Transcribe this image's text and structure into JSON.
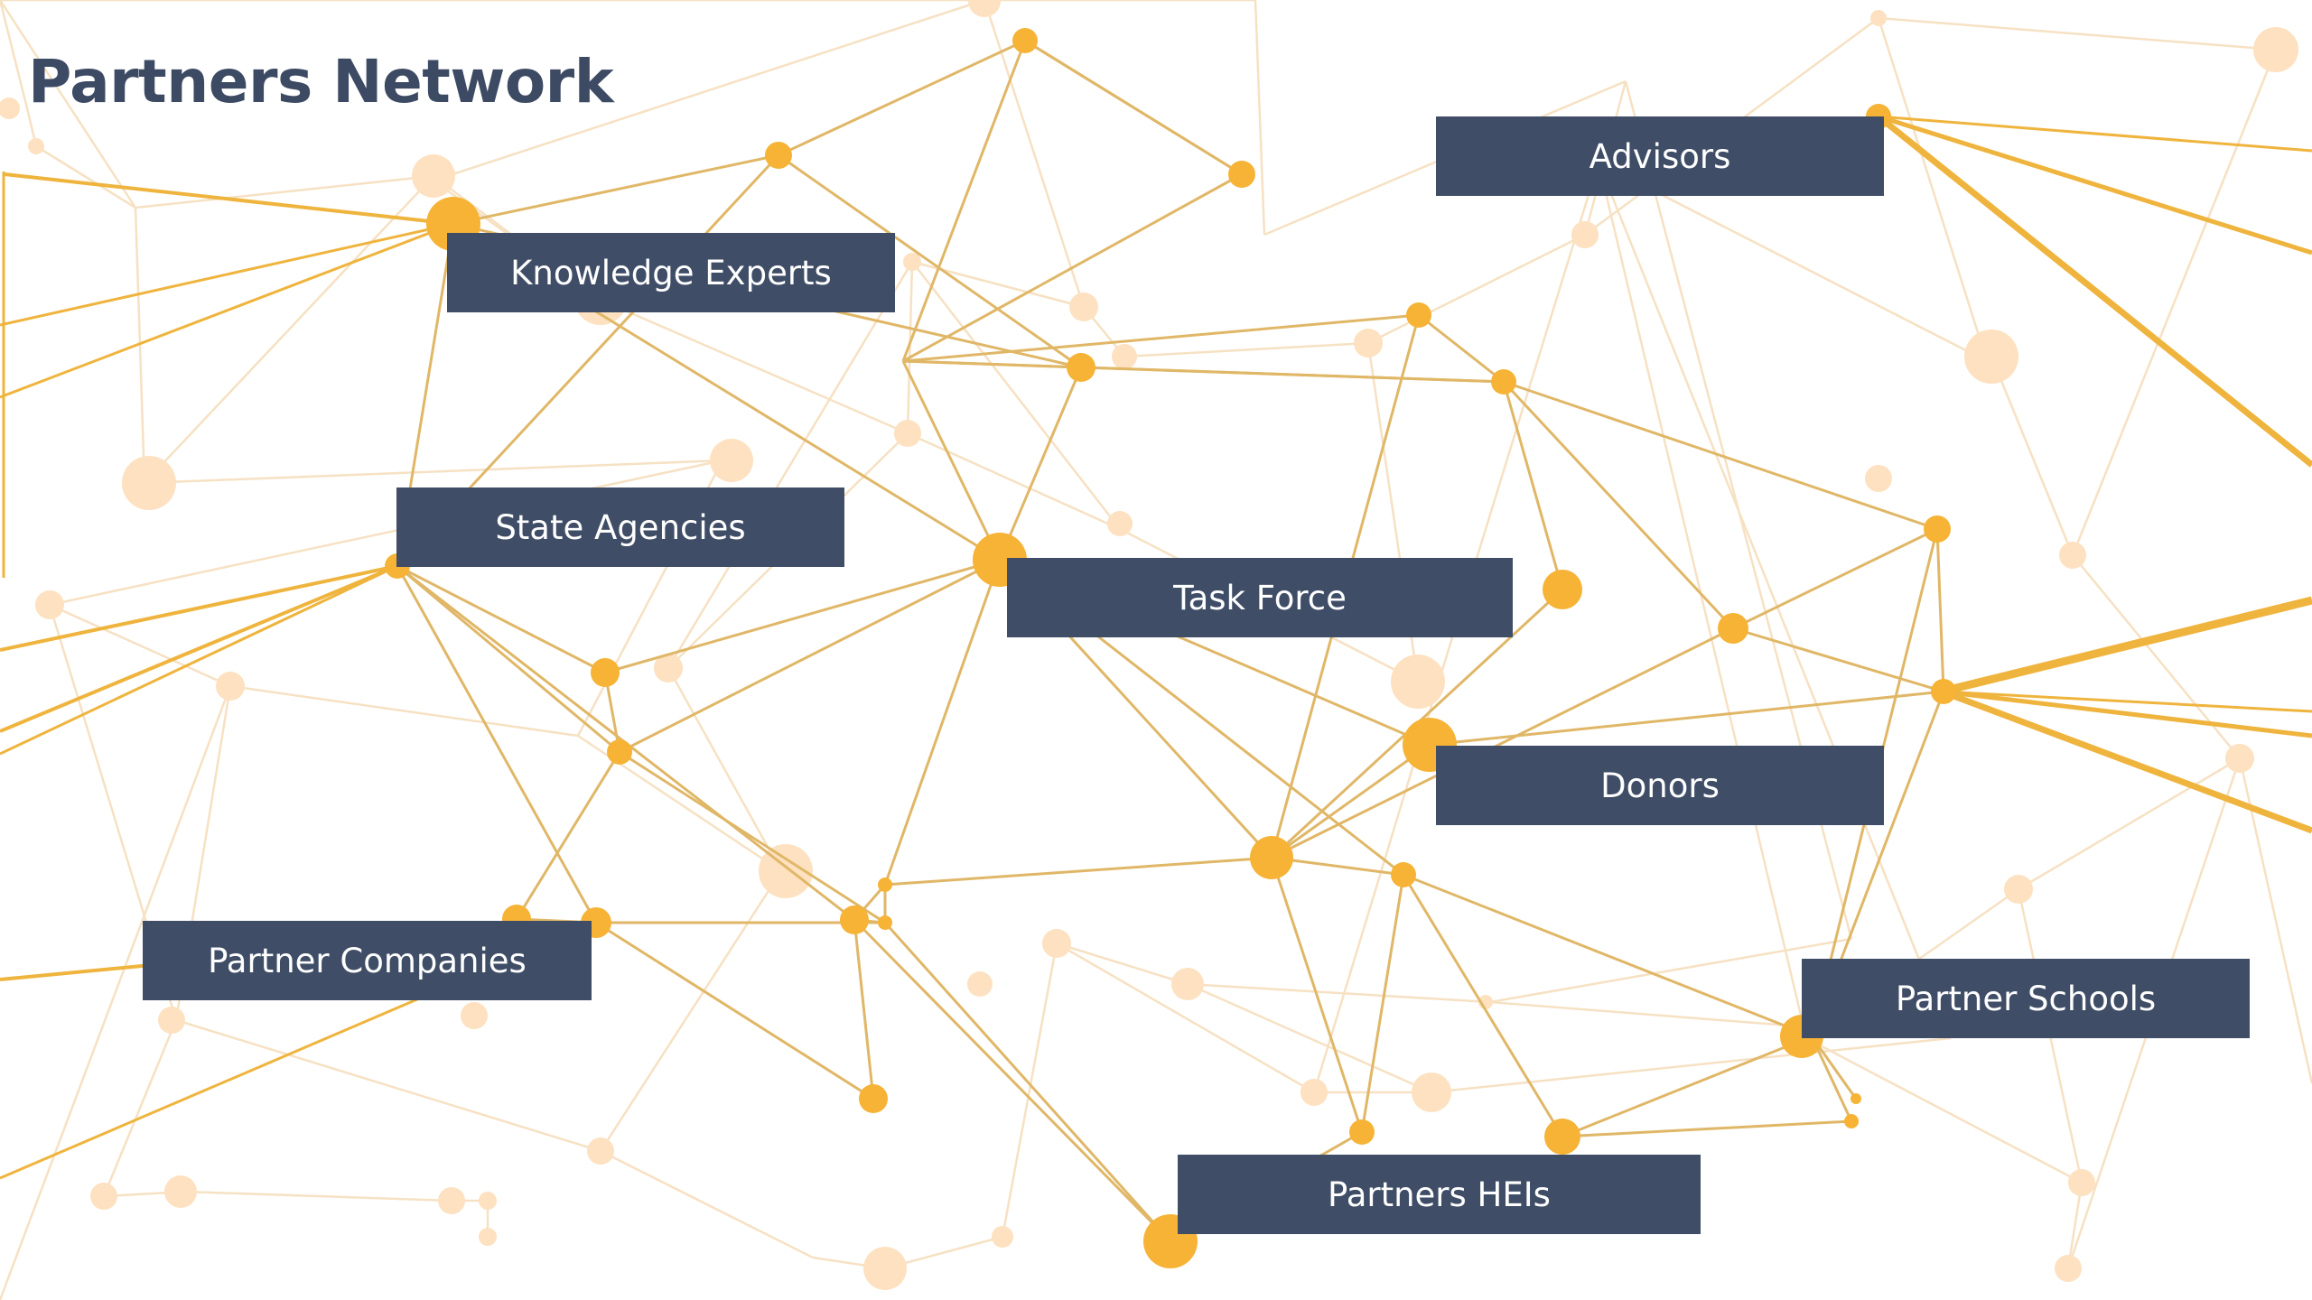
{
  "title": "Partners Network",
  "labels": {
    "knowledge_experts": "Knowledge Experts",
    "advisors": "Advisors",
    "state_agencies": "State Agencies",
    "task_force": "Task Force",
    "donors": "Donors",
    "partner_companies": "Partner Companies",
    "partner_schools": "Partner Schools",
    "partners_heis": "Partners HEIs"
  },
  "colors": {
    "title": "#3d4a63",
    "label_box": "#3f4d67",
    "label_text": "#ffffff",
    "node": "#f6b336",
    "edge": "#e0b767",
    "faint_node": "#fde1c0",
    "faint_edge": "#f6e1c3"
  }
}
